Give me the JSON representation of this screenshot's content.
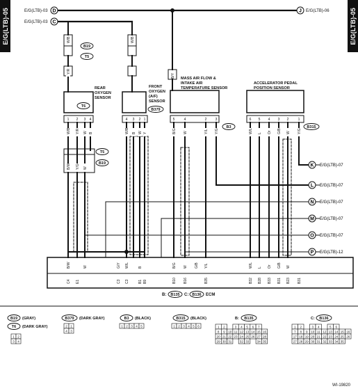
{
  "side_label": "E/G(LTB)-05",
  "top_connectors": [
    {
      "text": "E/G(LTB)-03",
      "letter": "D"
    },
    {
      "text": "E/G(LTB)-03",
      "letter": "C"
    },
    {
      "text": "E/G(LTB)-06",
      "letter": "J"
    }
  ],
  "right_connectors": [
    {
      "letter": "K",
      "text": "E/G(LTB)-07"
    },
    {
      "letter": "L",
      "text": "E/G(LTB)-07"
    },
    {
      "letter": "N",
      "text": "E/G(LTB)-07"
    },
    {
      "letter": "M",
      "text": "E/G(LTB)-07"
    },
    {
      "letter": "O",
      "text": "E/G(LTB)-07"
    },
    {
      "letter": "P",
      "text": "E/G(LTB)-12"
    }
  ],
  "components": {
    "rear_o2": {
      "title": [
        "REAR",
        "OXYGEN",
        "SENSOR"
      ],
      "conn": "T6",
      "pins": [
        "1",
        "2",
        "3",
        "4"
      ]
    },
    "front_o2": {
      "title": [
        "FRONT",
        "OXYGEN",
        "(A/F)",
        "SENSOR"
      ],
      "conn": "B379",
      "pins": [
        "4",
        "3",
        "2",
        "1"
      ]
    },
    "maf": {
      "title": [
        "MASS AIR FLOW &",
        "INTAKE AIR",
        "TEMPERATURE SENSOR"
      ],
      "conn": "B3",
      "pins": [
        "5",
        "4",
        "2",
        "3"
      ]
    },
    "apps": {
      "title": [
        "ACCELERATOR PEDAL",
        "POSITION SENSOR"
      ],
      "conn": "B315",
      "pins": [
        "6",
        "5",
        "4",
        "3",
        "2",
        "1"
      ]
    }
  },
  "mid_connectors": {
    "b19_top": "B19",
    "t5_top": "T5",
    "t5_mid": "T5",
    "b19_mid": "B19"
  },
  "wire_labels": {
    "rear_top": [
      "W/B",
      "Y/R"
    ],
    "front_top": [
      "W/B"
    ],
    "rear_mid": [
      "W/B",
      "Y/R",
      "W",
      "B"
    ],
    "front_mid": [
      "W/B",
      "B",
      "W",
      "Y"
    ],
    "maf_mid": [
      "B/G",
      "W",
      "Y/L",
      "Y/G"
    ],
    "apps_mid": [
      "W/L",
      "L",
      "Or",
      "G/B",
      "W",
      "Y/G"
    ],
    "rear_low": [
      "B/W",
      "Y/G",
      "W"
    ],
    "ecm": [
      "B/W",
      "W",
      "G/Y",
      "W/L",
      "B",
      "B/G",
      "W",
      "G/B",
      "Y/L",
      "W/L",
      "L",
      "Or",
      "G/B",
      "W"
    ]
  },
  "maf_fuse_pin": "B/Y",
  "ecm_pins": [
    "C4",
    "E1",
    "C3",
    "C3",
    "B1",
    "B9",
    "B10",
    "B16",
    "B35",
    "B32",
    "B28",
    "B33",
    "B31",
    "B23",
    "B31"
  ],
  "ecm_label": {
    "prefix": "B:",
    "conn_b": "B135",
    "mid": "C:",
    "conn_c": "B136",
    "suffix": "ECM"
  },
  "legend": {
    "b19": {
      "conn": "B19",
      "color": "(GRAY)"
    },
    "t6": {
      "conn": "T6",
      "color": "(DARK GRAY)",
      "pins": [
        "1",
        "2",
        "3",
        "4"
      ]
    },
    "b379": {
      "conn": "B379",
      "color": "(DARK GRAY)",
      "pins": [
        "2",
        "1",
        "4",
        "3"
      ]
    },
    "b3": {
      "conn": "B3",
      "color": "(BLACK)",
      "pins": [
        "1",
        "2",
        "3",
        "4",
        "5"
      ]
    },
    "b315": {
      "conn": "B315",
      "color": "(BLACK)",
      "pins": [
        "1",
        "2",
        "3",
        "4",
        "5",
        "6"
      ]
    },
    "b135": {
      "prefix": "B:",
      "conn": "B135",
      "rows": [
        [
          "1",
          "2",
          "",
          "3",
          "4",
          "5",
          "6",
          "7"
        ],
        [
          "8",
          "9",
          "10",
          "11",
          "12",
          "13",
          "14",
          "15",
          "16"
        ],
        [
          "20",
          "21",
          "22",
          "23",
          "24",
          "25",
          "26",
          "27",
          "28"
        ],
        [
          "29",
          "30",
          "31",
          "",
          "32",
          "33",
          "",
          "34",
          "35"
        ]
      ]
    },
    "b136": {
      "prefix": "C:",
      "conn": "B136",
      "rows": [
        [
          "1",
          "2",
          "",
          "3",
          "4",
          "",
          "5",
          "6"
        ],
        [
          "7",
          "8",
          "9",
          "10",
          "11",
          "12",
          "13",
          "14",
          "15",
          "16"
        ],
        [
          "17",
          "18",
          "19",
          "20",
          "21",
          "22",
          "23",
          "24",
          "25",
          "26"
        ],
        [
          "27",
          "28",
          "29",
          "30",
          "31",
          "32",
          "33",
          "34",
          "35"
        ]
      ]
    }
  },
  "figure_id": "WI-19820"
}
